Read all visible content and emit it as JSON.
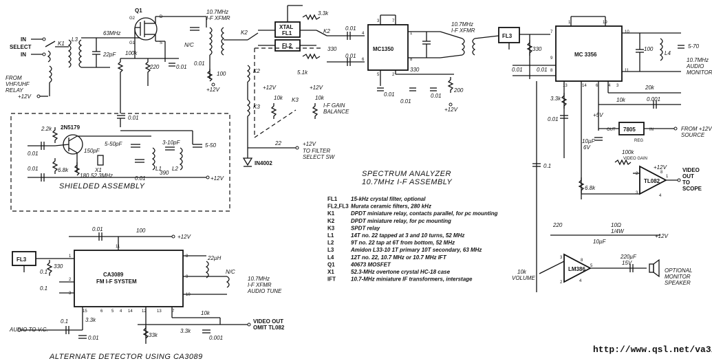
{
  "title": {
    "line1": "SPECTRUM ANALYZER",
    "line2": "10.7MHz I-F ASSEMBLY"
  },
  "subtitles": {
    "shielded": "SHIELDED ASSEMBLY",
    "alternate": "ALTERNATE DETECTOR USING CA3089"
  },
  "watermark": "http://www.qsl.net/va3iul",
  "chips": {
    "mc1350": "MC1350",
    "mc3356": "MC 3356",
    "ca3089": "CA3089",
    "ca3089_sub": "FM I-F SYSTEM",
    "lm386": "LM386",
    "tl082_a": "TL082",
    "reg7805": "7805",
    "reg_label": "REG"
  },
  "labels": {
    "q1": "Q1",
    "tr_2n5179": "2N5179",
    "xtal_fl1_a": "XTAL",
    "xtal_fl1_b": "FL1",
    "fl2": "FL2",
    "fl3_top": "FL3",
    "fl3_left": "FL3",
    "xfmr1_a": "10.7MHz",
    "xfmr1_b": "I-F XFMR",
    "xfmr2_a": "10.7MHz",
    "xfmr2_b": "I-F XFMR",
    "monitor_a": "10.7MHz",
    "monitor_b": "AUDIO",
    "monitor_c": "MONITOR",
    "ca_xfmr_a": "10.7MHz",
    "ca_xfmr_b": "I-F XFMR",
    "ca_xfmr_c": "AUDIO TUNE",
    "select": "SELECT",
    "in1": "IN",
    "in2": "IN",
    "from_vhf_a": "FROM",
    "from_vhf_b": "VHF/UHF",
    "from_vhf_c": "RELAY",
    "to_filter_a": "TO FILTER",
    "to_filter_b": "SELECT SW",
    "from12_a": "FROM +12V",
    "from12_b": "SOURCE",
    "video_a": "VIDEO",
    "video_b": "OUT",
    "video_c": "TO",
    "video_d": "SCOPE",
    "video_gain": "VIDEO GAIN",
    "volume": "VOLUME",
    "speaker_a": "OPTIONAL",
    "speaker_b": "MONITOR",
    "speaker_c": "SPEAKER",
    "audio_vc": "AUDIO TO V.C.",
    "video_out_a": "VIDEO OUT",
    "video_out_b": "OMIT TL082",
    "if_gain_a": "I-F GAIN",
    "if_gain_b": "BALANCE",
    "nc1": "N/C",
    "nc2": "N/C",
    "reg_out": "OUT",
    "reg_in": "IN",
    "in4002": "IN4002",
    "freq63": "63MHz",
    "v12": "+12V",
    "v5": "+5V"
  },
  "components": {
    "r_3k3_top": "3.3k",
    "r_330_top": "330",
    "c_001_a": "0.01",
    "c_001_b": "0.01",
    "c_22pf": "22pF",
    "r_100k_a": "100k",
    "r_220": "220",
    "c_001_c": "0.01",
    "c_001_d": "0.01",
    "r_100_a": "100",
    "c_001_e": "0.01",
    "r_2k2": "2.2k",
    "c_150pf": "150pF",
    "c_5_50_a": "5-50pF",
    "c_3_10": "3-10pF",
    "c_5_50_b": "5-50",
    "x1": "X1",
    "x1_freq": "52.3MHz",
    "r_6k8_a": "6.8k",
    "r_180": "180",
    "c_001_f": "0.01",
    "c_001_g": "0.01",
    "c_001_h": "0.01",
    "r_390": "390",
    "l1": "L1",
    "l2": "L2",
    "l3": "L3",
    "l4": "L4",
    "r_5k1": "5.1k",
    "r_10k_a": "10k",
    "r_10k_b": "10k",
    "r_330_b": "330",
    "c_001_i": "0.01",
    "c_001_j": "0.01",
    "c_001_k": "0.01",
    "r_200": "200",
    "r_22": "22",
    "r_330_c": "330",
    "c_001_l": "0.01",
    "c_001_m": "0.01",
    "r_3k3_b": "3.3k",
    "c_001_n": "0.01",
    "c_100": "100",
    "c_5_70": "5-70",
    "r_20k": "20k",
    "r_10k_c": "10k",
    "c_001_o": "0.001",
    "c_10uf": "10µF",
    "c_10uf_v": "6V",
    "r_100k_b": "100k",
    "r_6k8_b": "6.8k",
    "c_01": "0.1",
    "c_220": "220",
    "r_10ohm": "10Ω",
    "r_10ohm_w": "1/4W",
    "c_10uf_b": "10µF",
    "c_220uf": "220µF",
    "c_220uf_v": "15V",
    "r_10k_vol": "10k",
    "c_ca_001": "0.01",
    "r_ca_100": "100",
    "r_ca_330": "330",
    "c_ca_01a": "0.1",
    "c_ca_01b": "0.1",
    "l_22uh": "22µH",
    "r_ca_10k": "10k",
    "r_ca_3k3a": "3.3k",
    "c_ca_01c": "0.1",
    "c_ca_001b": "0.01",
    "r_ca_33k": "33k",
    "r_ca_3k3b": "3.3k",
    "c_ca_0001": "0.001"
  },
  "legend": [
    {
      "key": "FL1",
      "value": "15-kHz crystal filter, optional"
    },
    {
      "key": "FL2,FL3",
      "value": "Murata ceramic filters, 280 kHz"
    },
    {
      "key": "K1",
      "value": "DPDT miniature relay, contacts parallel, for pc mounting"
    },
    {
      "key": "K2",
      "value": "DPDT miniature relay, for pc mounting"
    },
    {
      "key": "K3",
      "value": "SPDT relay"
    },
    {
      "key": "L1",
      "value": "14T no. 22 tapped at 3 and 10 turns, 52 MHz"
    },
    {
      "key": "L2",
      "value": "9T no. 22 tap at 6T from bottom, 52 MHz"
    },
    {
      "key": "L3",
      "value": "Amidon L33-10 1T primary 10T secondary, 63 MHz"
    },
    {
      "key": "L4",
      "value": "12T no. 22, 10.7 MHz or 10.7 MHz IFT"
    },
    {
      "key": "Q1",
      "value": "40673 MOSFET"
    },
    {
      "key": "X1",
      "value": "52.3-MHz overtone crystal HC-18 case"
    },
    {
      "key": "IFT",
      "value": "10.7-MHz miniature IF transformers, interstage"
    }
  ],
  "relays": {
    "k1": "K1",
    "k2a": "K2",
    "k2b": "K2",
    "k2c": "K2",
    "k3a": "K3",
    "k3b": "K3"
  },
  "pins": {
    "g2": "G2",
    "g1": "G1",
    "d": "D",
    "s": "S",
    "p4": "4",
    "p6": "6",
    "p1": "1",
    "p2": "2",
    "p3": "3",
    "p5": "5",
    "p7": "7",
    "p8": "8",
    "m7": "7",
    "m8": "8",
    "m9": "9",
    "m1": "1",
    "m19": "19",
    "m10": "10",
    "m11": "11",
    "m13": "13",
    "m14": "14",
    "m6": "6",
    "m4": "4",
    "m3": "3",
    "t6": "6",
    "t5": "5",
    "t3": "3",
    "t4": "4",
    "t2": "2",
    "t8": "8",
    "t7": "7",
    "t1": "1",
    "c1": "1",
    "c2": "2",
    "c5": "5",
    "c4": "4",
    "c14": "14",
    "c11": "11",
    "c8": "8",
    "c9": "9",
    "c10": "10",
    "c7": "7",
    "c6": "6",
    "c3": "3",
    "c12": "12",
    "c13": "13",
    "c15": "15"
  }
}
